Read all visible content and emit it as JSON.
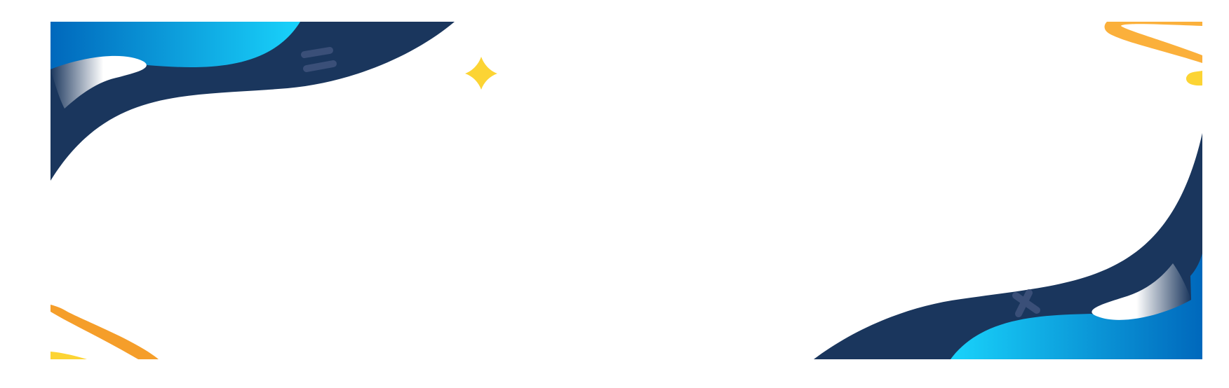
{
  "canvas": {
    "background": "#ffffff"
  },
  "colors": {
    "navy": "#1a365d",
    "blue_light": "#19d3fb",
    "blue_dark": "#0068bc",
    "orange": "#f59e2a",
    "orange_light": "#fbb03b",
    "yellow": "#fcd434",
    "white": "#ffffff",
    "gray_mark": "#3a4f78"
  },
  "decorations": {
    "top_left_corner": "navy-wave",
    "bottom_right_corner": "navy-wave",
    "top_right_corner": "orange-swoosh",
    "bottom_left_corner": "orange-swoosh",
    "sparkle": "four-point-star",
    "top_marks": "double-stroke",
    "bottom_marks": "cross-mark"
  }
}
